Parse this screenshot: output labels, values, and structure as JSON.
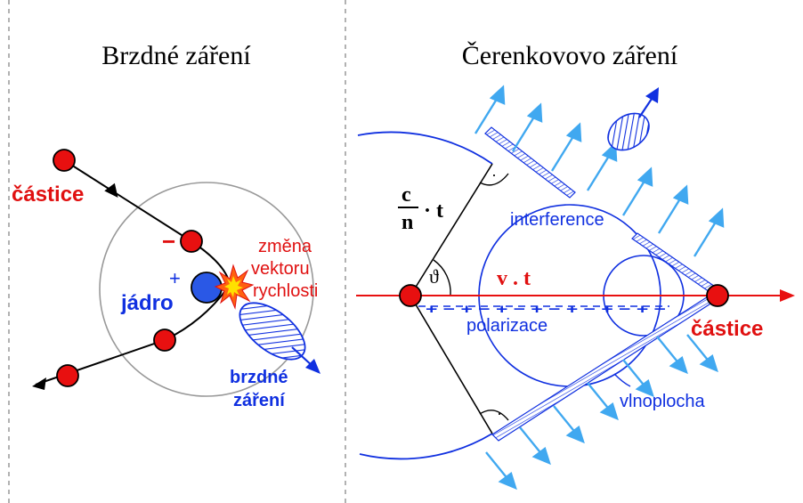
{
  "left_panel": {
    "title": "Brzdné záření",
    "particle_label": "částice",
    "nucleus_label": "jádro",
    "nucleus_sign": "+",
    "electron_sign": "−",
    "velocity_change_line1": "změna",
    "velocity_change_line2": "vektoru",
    "velocity_change_line3": "rychlosti",
    "radiation_label_line1": "brzdné",
    "radiation_label_line2": "záření"
  },
  "right_panel": {
    "title": "Čerenkovovo záření",
    "fraction_numerator": "c",
    "fraction_denominator": "n",
    "fraction_times_t": "· t",
    "angle_symbol": "ϑ",
    "vt_label": "v . t",
    "interference_label": "interference",
    "polarization_label": "polarizace",
    "particle_label": "částice",
    "wavefront_label": "vlnoplocha",
    "polarization_charges": "+ − + − + − + − + − + − + −",
    "right_angle_dot": "·"
  },
  "colors": {
    "red": "#e81010",
    "red_label": "#e01010",
    "blue": "#1030e0",
    "blue_text": "#1030e0",
    "light_blue": "#40a8f0",
    "black": "#000000",
    "gray": "#999999",
    "nucleus_blue": "#2a58e6"
  },
  "icons": {
    "particle": "red-dot-icon",
    "nucleus": "blue-dot-icon",
    "flash": "flash-burst-icon",
    "photon": "hatched-ellipse-icon",
    "radiation_arrow": "light-blue-arrow-icon"
  }
}
